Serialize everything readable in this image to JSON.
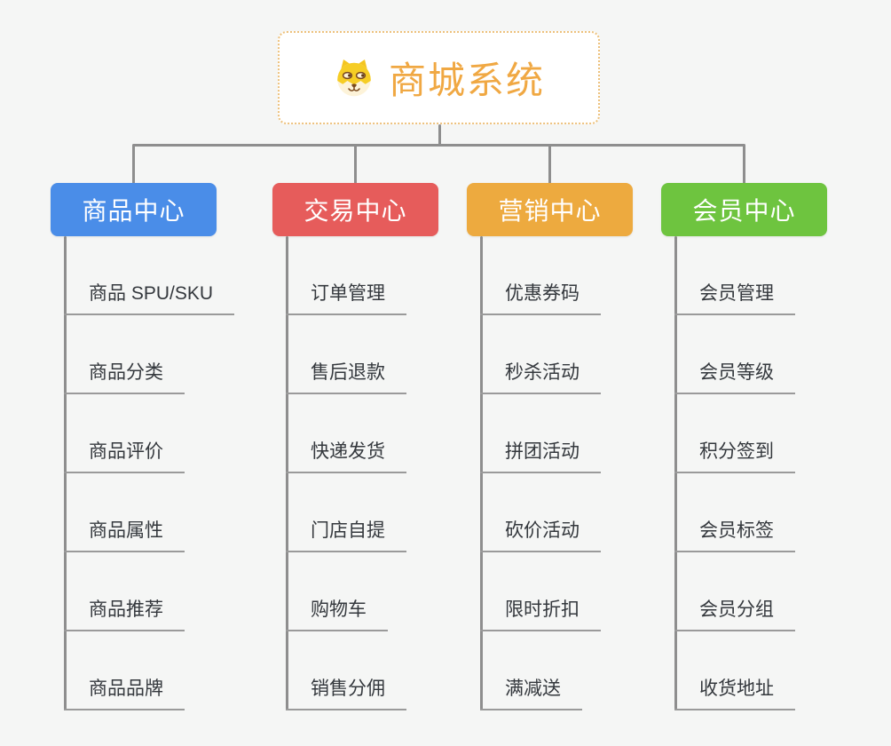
{
  "colors": {
    "bg": "#f5f6f5",
    "connector": "#8e8e8e",
    "underline": "#9a9a9a",
    "root-border": "#edc17c",
    "root-text": "#f0a843"
  },
  "root": {
    "title": "商城系统",
    "icon": "shiba-dog-icon"
  },
  "branches": [
    {
      "label": "商品中心",
      "color": "#4a8de8",
      "items": [
        "商品 SPU/SKU",
        "商品分类",
        "商品评价",
        "商品属性",
        "商品推荐",
        "商品品牌"
      ]
    },
    {
      "label": "交易中心",
      "color": "#e65c5b",
      "items": [
        "订单管理",
        "售后退款",
        "快递发货",
        "门店自提",
        "购物车",
        "销售分佣"
      ]
    },
    {
      "label": "营销中心",
      "color": "#edaa3f",
      "items": [
        "优惠券码",
        "秒杀活动",
        "拼团活动",
        "砍价活动",
        "限时折扣",
        "满减送"
      ]
    },
    {
      "label": "会员中心",
      "color": "#6ec43f",
      "items": [
        "会员管理",
        "会员等级",
        "积分签到",
        "会员标签",
        "会员分组",
        "收货地址"
      ]
    }
  ]
}
